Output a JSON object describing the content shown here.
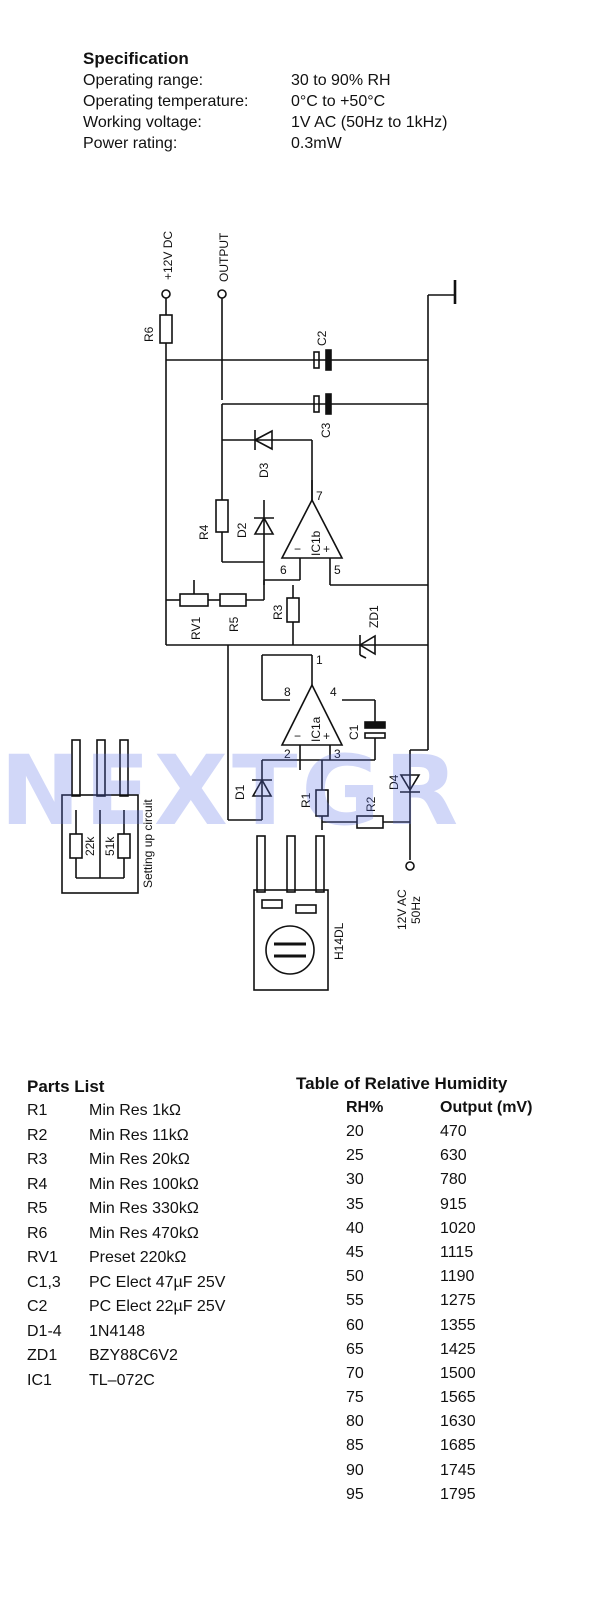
{
  "spec": {
    "title": "Specification",
    "rows": [
      {
        "label": "Operating range:",
        "value": "30 to 90% RH"
      },
      {
        "label": "Operating temperature:",
        "value": "0°C to +50°C"
      },
      {
        "label": "Working voltage:",
        "value": "1V AC (50Hz to 1kHz)"
      },
      {
        "label": "Power rating:",
        "value": "0.3mW"
      }
    ]
  },
  "schematic": {
    "supply": "+12V DC",
    "output": "OUTPUT",
    "ac_in": "12V AC",
    "ac_freq": "50Hz",
    "sensor": "H14DL",
    "setup_caption": "Setting up circuit",
    "setup_r1": "22k",
    "setup_r2": "51k",
    "labels": {
      "R1": "R1",
      "R2": "R2",
      "R3": "R3",
      "R4": "R4",
      "R5": "R5",
      "R6": "R6",
      "RV1": "RV1",
      "C1": "C1",
      "C2": "C2",
      "C3": "C3",
      "D1": "D1",
      "D2": "D2",
      "D3": "D3",
      "D4": "D4",
      "ZD1": "ZD1",
      "IC1a": "IC1a",
      "IC1b": "IC1b",
      "p1": "1",
      "p2": "2",
      "p3": "3",
      "p4": "4",
      "p5": "5",
      "p6": "6",
      "p7": "7",
      "p8": "8",
      "minus": "−",
      "plus": "+"
    }
  },
  "watermark": "NEXTGR",
  "parts": {
    "title": "Parts List",
    "items": [
      {
        "ref": "R1",
        "desc": "Min Res 1kΩ"
      },
      {
        "ref": "R2",
        "desc": "Min Res 11kΩ"
      },
      {
        "ref": "R3",
        "desc": "Min Res 20kΩ"
      },
      {
        "ref": "R4",
        "desc": "Min Res 100kΩ"
      },
      {
        "ref": "R5",
        "desc": "Min Res 330kΩ"
      },
      {
        "ref": "R6",
        "desc": "Min Res 470kΩ"
      },
      {
        "ref": "RV1",
        "desc": "Preset 220kΩ"
      },
      {
        "ref": "C1,3",
        "desc": "PC Elect 47µF 25V"
      },
      {
        "ref": "C2",
        "desc": "PC Elect 22µF 25V"
      },
      {
        "ref": "D1-4",
        "desc": "1N4148"
      },
      {
        "ref": "ZD1",
        "desc": "BZY88C6V2"
      },
      {
        "ref": "IC1",
        "desc": "TL–072C"
      }
    ]
  },
  "humidity": {
    "title": "Table of Relative Humidity",
    "col_rh": "RH%",
    "col_out": "Output (mV)",
    "rows": [
      {
        "rh": "20",
        "out": "470"
      },
      {
        "rh": "25",
        "out": "630"
      },
      {
        "rh": "30",
        "out": "780"
      },
      {
        "rh": "35",
        "out": "915"
      },
      {
        "rh": "40",
        "out": "1020"
      },
      {
        "rh": "45",
        "out": "1115"
      },
      {
        "rh": "50",
        "out": "1190"
      },
      {
        "rh": "55",
        "out": "1275"
      },
      {
        "rh": "60",
        "out": "1355"
      },
      {
        "rh": "65",
        "out": "1425"
      },
      {
        "rh": "70",
        "out": "1500"
      },
      {
        "rh": "75",
        "out": "1565"
      },
      {
        "rh": "80",
        "out": "1630"
      },
      {
        "rh": "85",
        "out": "1685"
      },
      {
        "rh": "90",
        "out": "1745"
      },
      {
        "rh": "95",
        "out": "1795"
      }
    ]
  }
}
